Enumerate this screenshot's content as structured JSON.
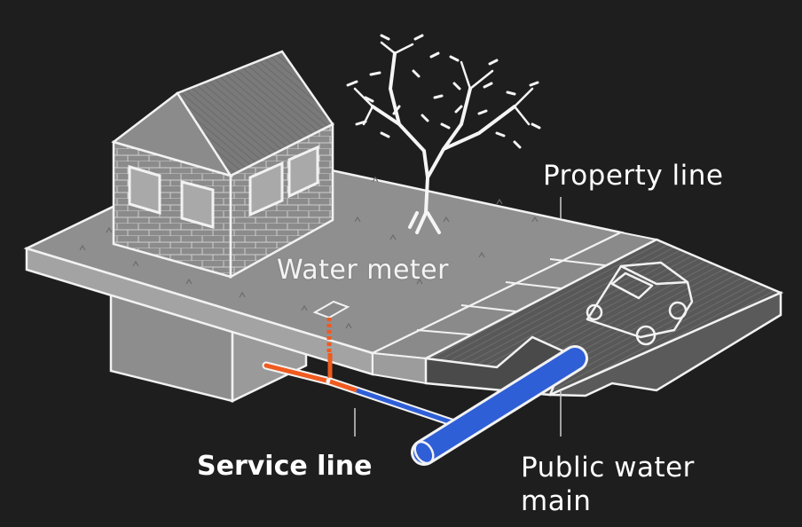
{
  "labels": {
    "property_line": "Property line",
    "water_meter": "Water meter",
    "service_line": "Service line",
    "public_water_main_line1": "Public water",
    "public_water_main_line2": "main"
  },
  "colors": {
    "background": "#1e1e1e",
    "ground_top": "#8e8e8e",
    "ground_side": "#9a9a9a",
    "street": "#555555",
    "house_wall": "#8a8a8a",
    "roof": "#777777",
    "private_pipe": "#f05a1e",
    "public_pipe": "#2f5fd6",
    "outline": "#f2f2f2"
  }
}
